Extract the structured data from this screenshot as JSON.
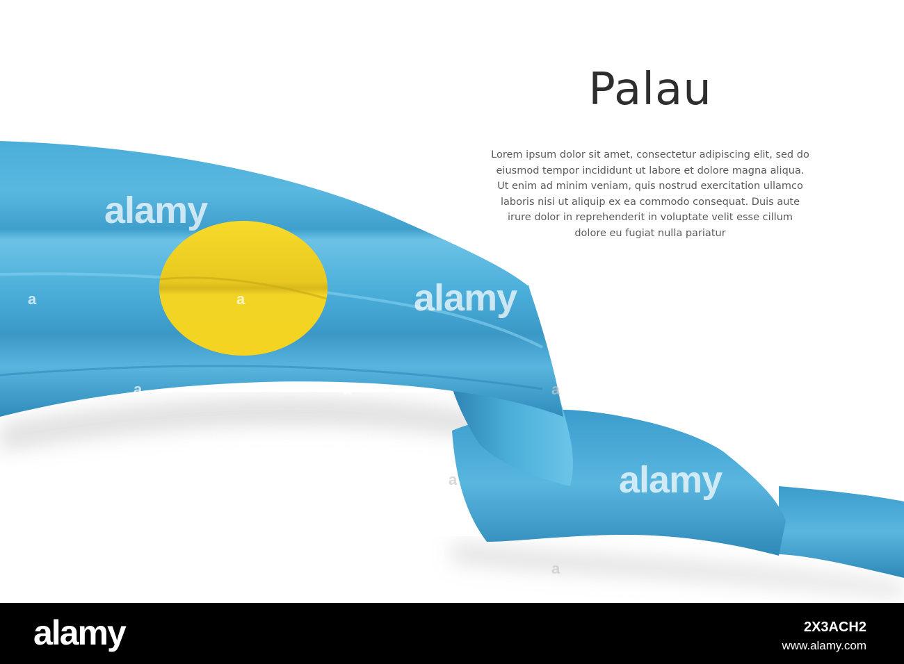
{
  "heading": "Palau",
  "body_lines": [
    "Lorem ipsum dolor sit amet, consectetur adipiscing elit, sed do",
    "eiusmod tempor incididunt ut labore et dolore magna aliqua.",
    "Ut enim ad minim veniam, quis nostrud exercitation ullamco",
    "laboris nisi ut aliquip ex ea commodo consequat. Duis aute",
    "irure dolor in reprehenderit in voluptate velit esse cillum",
    "dolore eu fugiat nulla pariatur"
  ],
  "watermark": {
    "word": "alamy",
    "letter": "a"
  },
  "footer": {
    "logo": "alamy",
    "image_id": "2X3ACH2",
    "url": "www.alamy.com"
  },
  "colors": {
    "flag_blue": "#4aaed9",
    "flag_blue_dark": "#2c86b5",
    "flag_yellow": "#f4d321",
    "footer_bg": "#000000"
  },
  "icons": [
    "palau-flag-ribbon"
  ]
}
